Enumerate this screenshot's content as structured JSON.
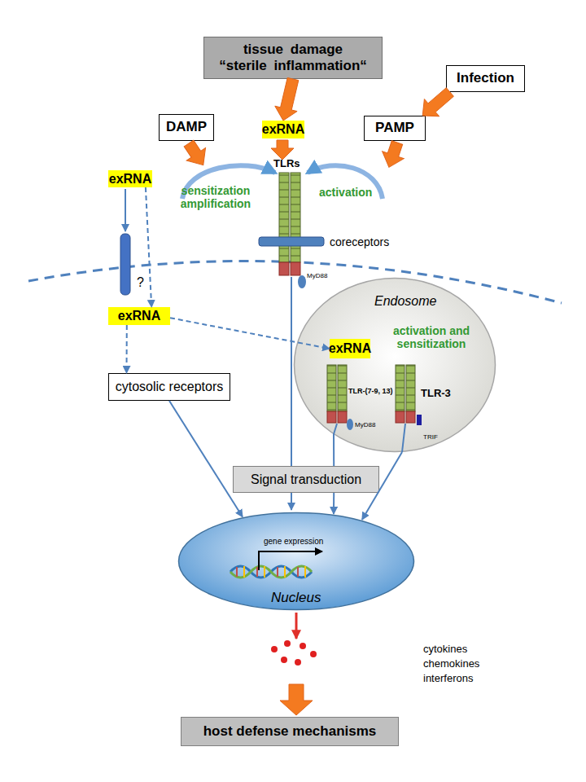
{
  "diagram": {
    "nodes": [
      {
        "text": [
          "tissue damage “sterile inflammation“"
        ]
      },
      {
        "text": [
          "Infection"
        ]
      },
      {
        "text": [
          "DAMP"
        ]
      },
      {
        "text": [
          "exRNA"
        ]
      },
      {
        "text": [
          "PAMP"
        ]
      },
      {
        "text": [
          "exRNA"
        ]
      },
      {
        "text": [
          "exRNA"
        ]
      },
      {
        "text": [
          "cytosolic receptors"
        ]
      },
      {
        "text": [
          "Endosome"
        ]
      },
      {
        "text": [
          "exRNA"
        ],
        "in": 8
      },
      {
        "text": [
          "Signal transduction"
        ]
      },
      {
        "text": [
          "gene expression",
          "Nucleus"
        ]
      },
      {
        "text": [
          "host defense mechanisms"
        ]
      }
    ],
    "edges": [
      {
        "from": 0,
        "to": 3,
        "arrow": "to"
      },
      {
        "from": 1,
        "to": 4,
        "arrow": "to"
      },
      {
        "from": 5,
        "to": 6,
        "arrow": "to"
      },
      {
        "from": 6,
        "to": 7,
        "arrow": "to"
      },
      {
        "from": 6,
        "to": 9,
        "arrow": "to"
      },
      {
        "from": 7,
        "to": 11,
        "arrow": "to"
      },
      {
        "from": 8,
        "to": 10,
        "arrow": "none"
      },
      {
        "from": 10,
        "to": 11,
        "arrow": "to"
      },
      {
        "from": 8,
        "to": 11,
        "arrow": "to"
      }
    ],
    "labels": [
      "sensitization amplification",
      "activation",
      "TLRs",
      "coreceptors",
      "MyD88",
      "?",
      "activation and sensitization",
      "TLR-(7-9, 13)",
      "TLR-3",
      "MyD88",
      "TRIF",
      "cytokines",
      "chemokines",
      "interferons"
    ]
  }
}
